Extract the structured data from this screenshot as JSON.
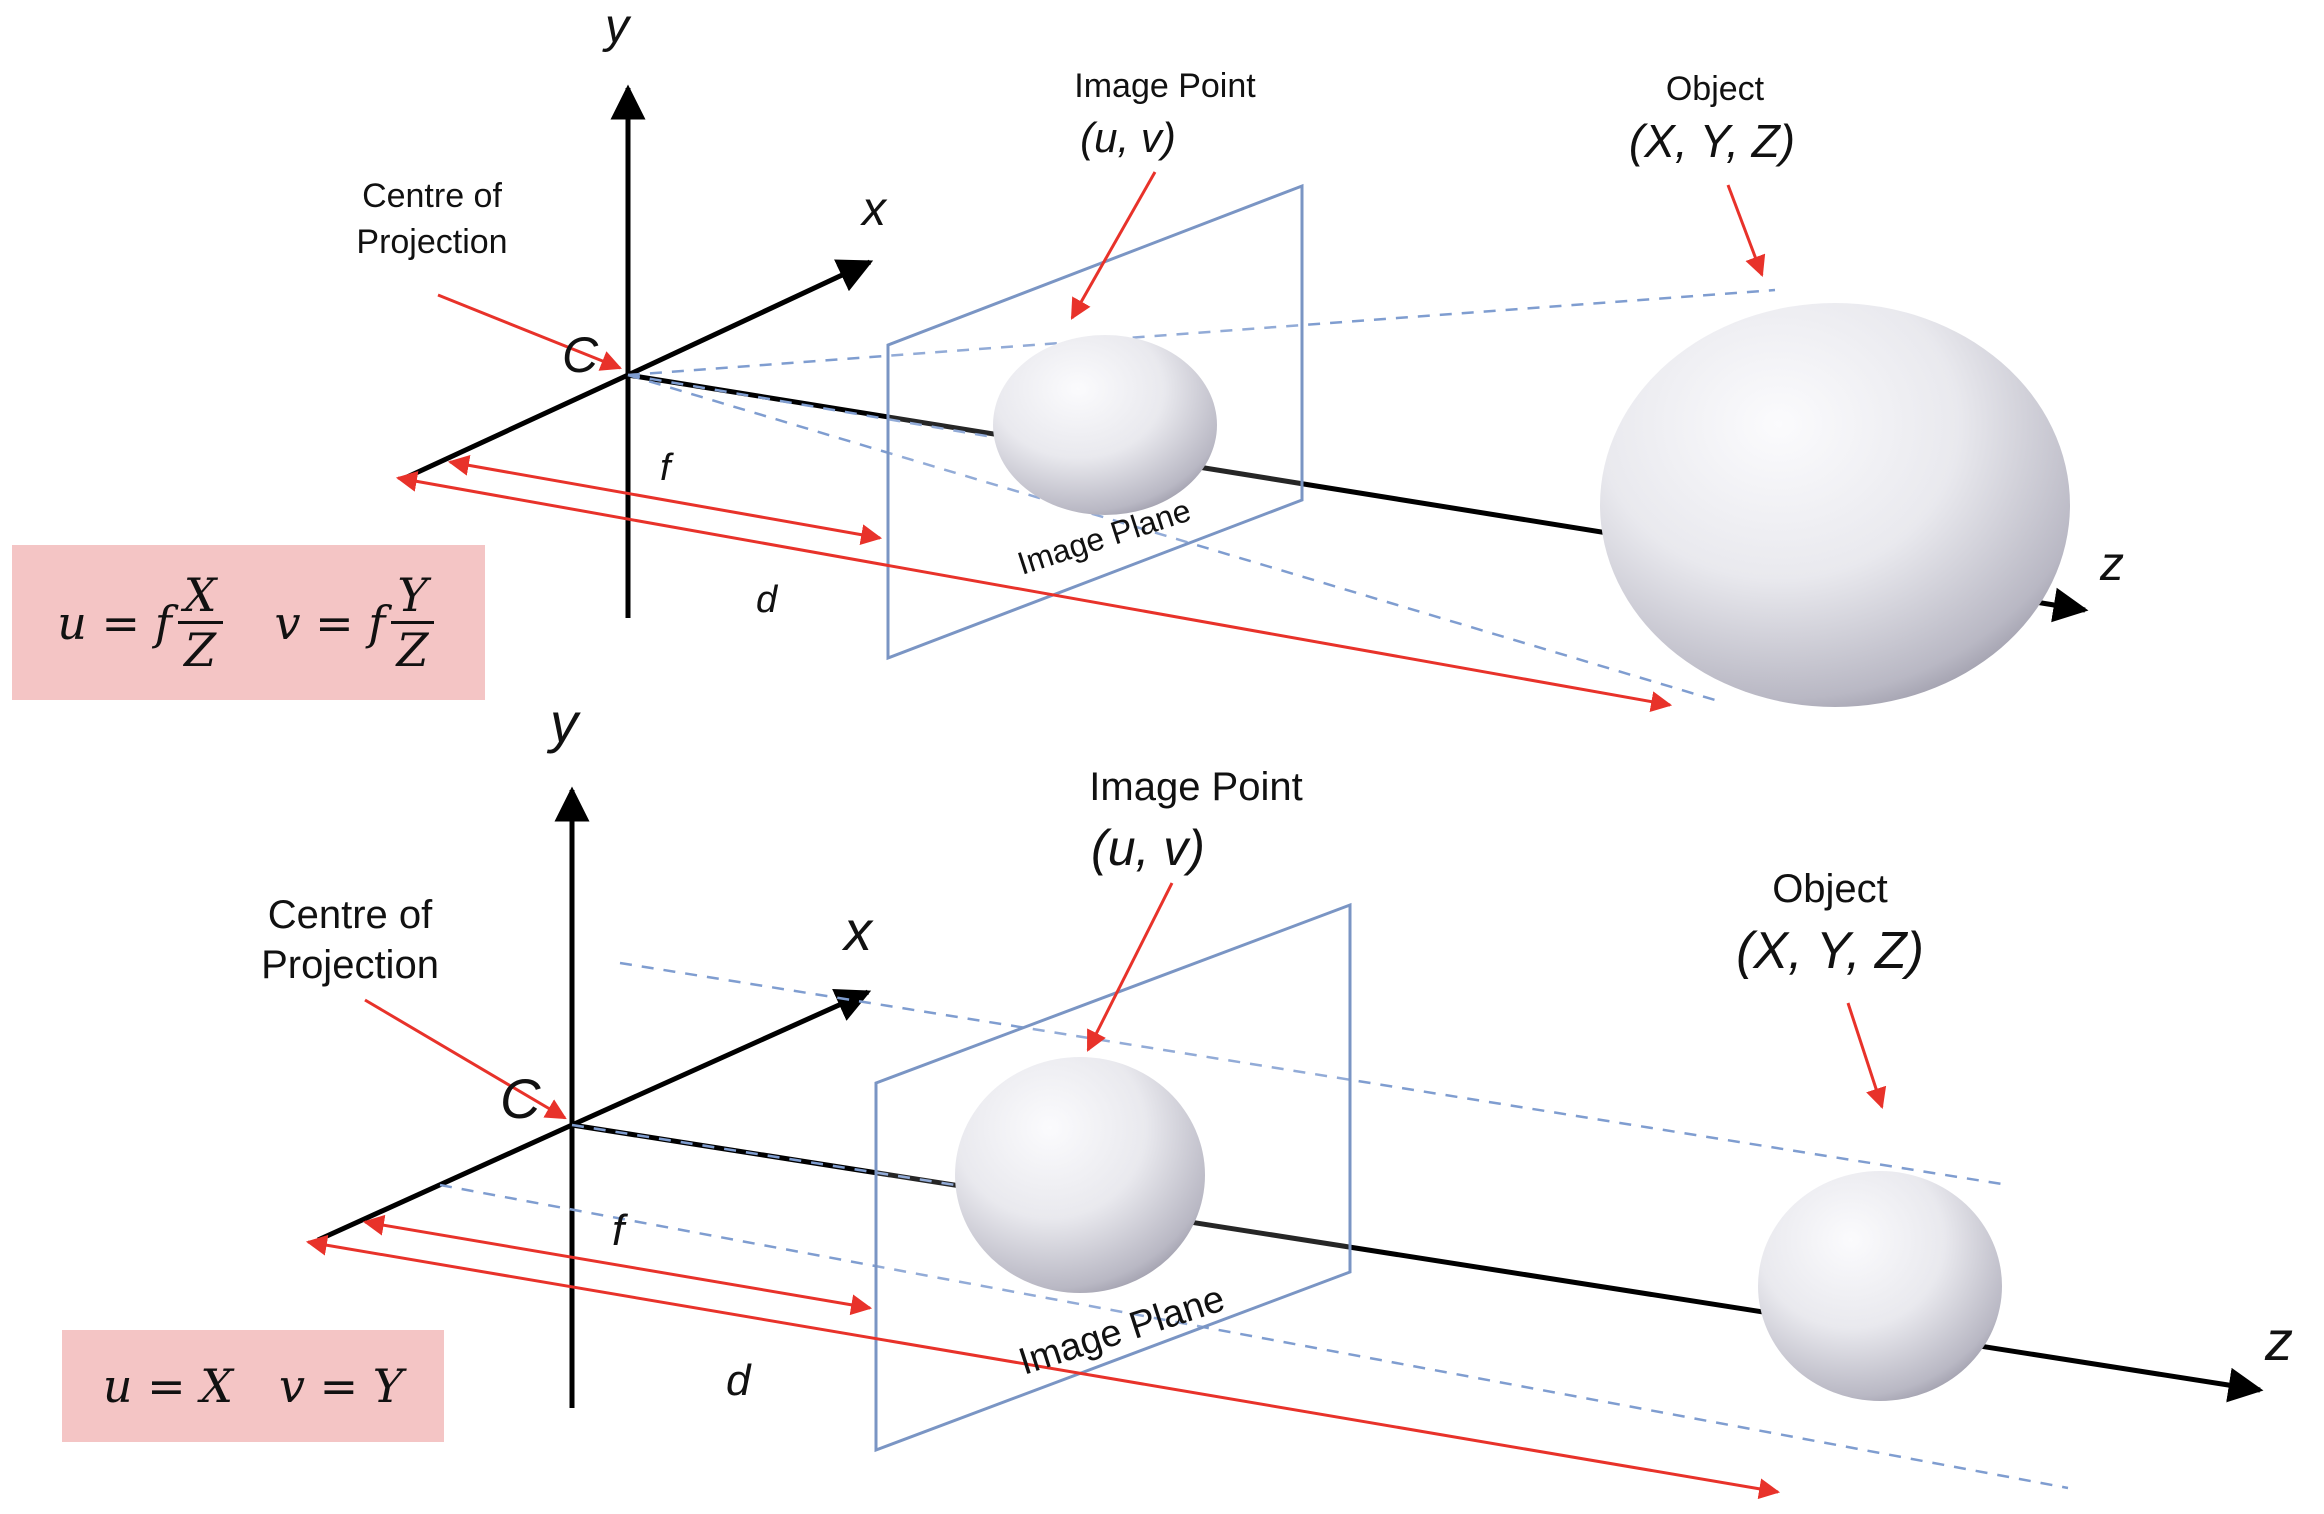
{
  "top_panel": {
    "axis_y_label": "y",
    "axis_x_label": "x",
    "axis_z_label": "z",
    "centre_label_line1": "Centre of",
    "centre_label_line2": "Projection",
    "centre_point_label": "C",
    "image_point_label": "Image Point",
    "image_point_coords": "(u, v)",
    "object_label": "Object",
    "object_coords": "(X, Y, Z)",
    "image_plane_label": "Image Plane",
    "f_label": "f",
    "d_label": "d",
    "equation": {
      "u_lhs": "u = f",
      "u_num": "X",
      "u_den": "Z",
      "v_lhs": "v = f",
      "v_num": "Y",
      "v_den": "Z"
    }
  },
  "bottom_panel": {
    "axis_y_label": "y",
    "axis_x_label": "x",
    "axis_z_label": "z",
    "centre_label_line1": "Centre of",
    "centre_label_line2": "Projection",
    "centre_point_label": "C",
    "image_point_label": "Image Point",
    "image_point_coords": "(u, v)",
    "object_label": "Object",
    "object_coords": "(X, Y, Z)",
    "image_plane_label": "Image Plane",
    "f_label": "f",
    "d_label": "d",
    "equation": {
      "u_eq": "u = X",
      "v_eq": "v = Y"
    }
  },
  "colors": {
    "axis": "#000000",
    "arrow_red": "#e8322a",
    "dashed_blue": "#7f9dd0",
    "plane_border": "#7a95c4",
    "equation_box": "#f4c5c5"
  }
}
